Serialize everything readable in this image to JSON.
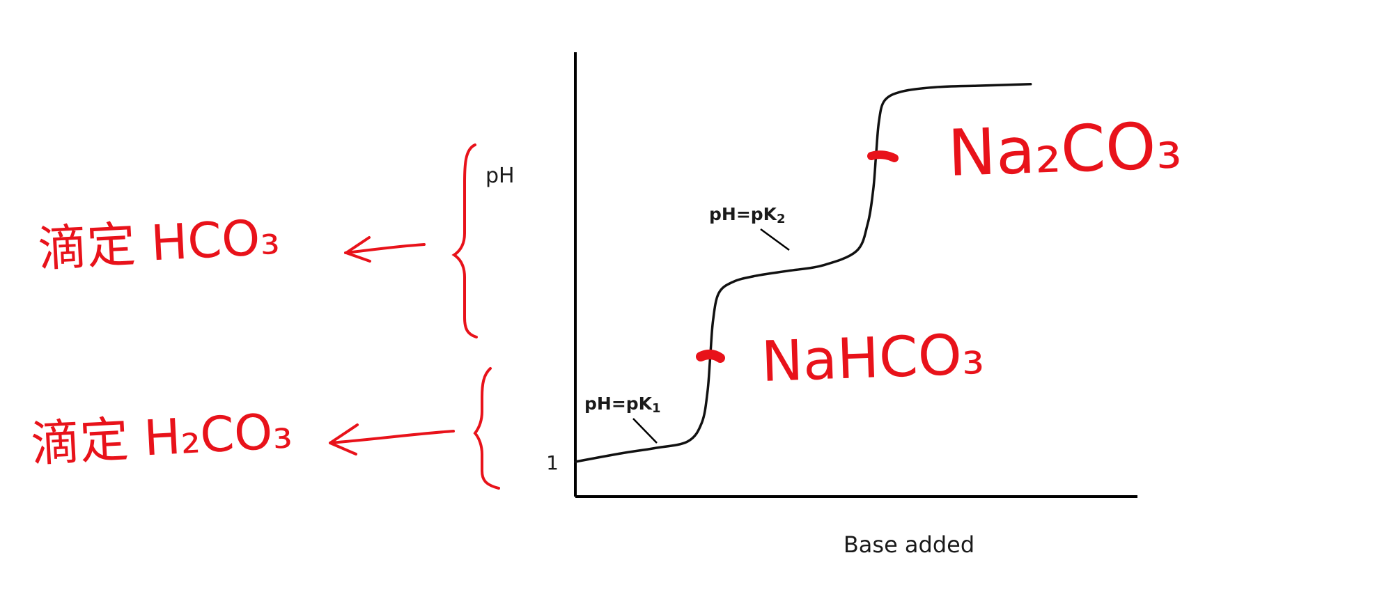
{
  "chart_data": {
    "type": "line",
    "title": "",
    "xlabel": "Base added",
    "ylabel": "pH",
    "tick_labels": {
      "y": [
        "1"
      ]
    },
    "y_start": 1,
    "series": [
      {
        "x": [
          0.0,
          0.08,
          0.14,
          0.2,
          0.225,
          0.235,
          0.24,
          0.245,
          0.255,
          0.28,
          0.32,
          0.38,
          0.44,
          0.5,
          0.52,
          0.53,
          0.535,
          0.54,
          0.55,
          0.58,
          0.64,
          0.72,
          0.81
        ],
        "y": [
          1.0,
          1.55,
          1.9,
          2.35,
          3.6,
          5.6,
          8.0,
          10.4,
          12.2,
          12.95,
          13.35,
          13.7,
          14.05,
          15.0,
          16.8,
          19.1,
          21.4,
          23.6,
          25.0,
          25.6,
          25.9,
          26.0,
          26.1
        ]
      }
    ],
    "annotations": [
      {
        "text_main": "pH=pK",
        "text_sub": "1"
      },
      {
        "text_main": "pH=pK",
        "text_sub": "2"
      }
    ],
    "marked_points": [
      {
        "x": 0.237,
        "y": 6.1
      },
      {
        "x": 0.532,
        "y": 19.6
      }
    ],
    "handwritten": {
      "species_first": "NaHCO₃",
      "species_second": "Na₂CO₃",
      "titrate_upper": "滴定 HCO₃",
      "titrate_lower": "滴定 H₂CO₃"
    },
    "colors": {
      "axis": "#000000",
      "curve": "#111111",
      "ink": "#e8121a"
    }
  }
}
